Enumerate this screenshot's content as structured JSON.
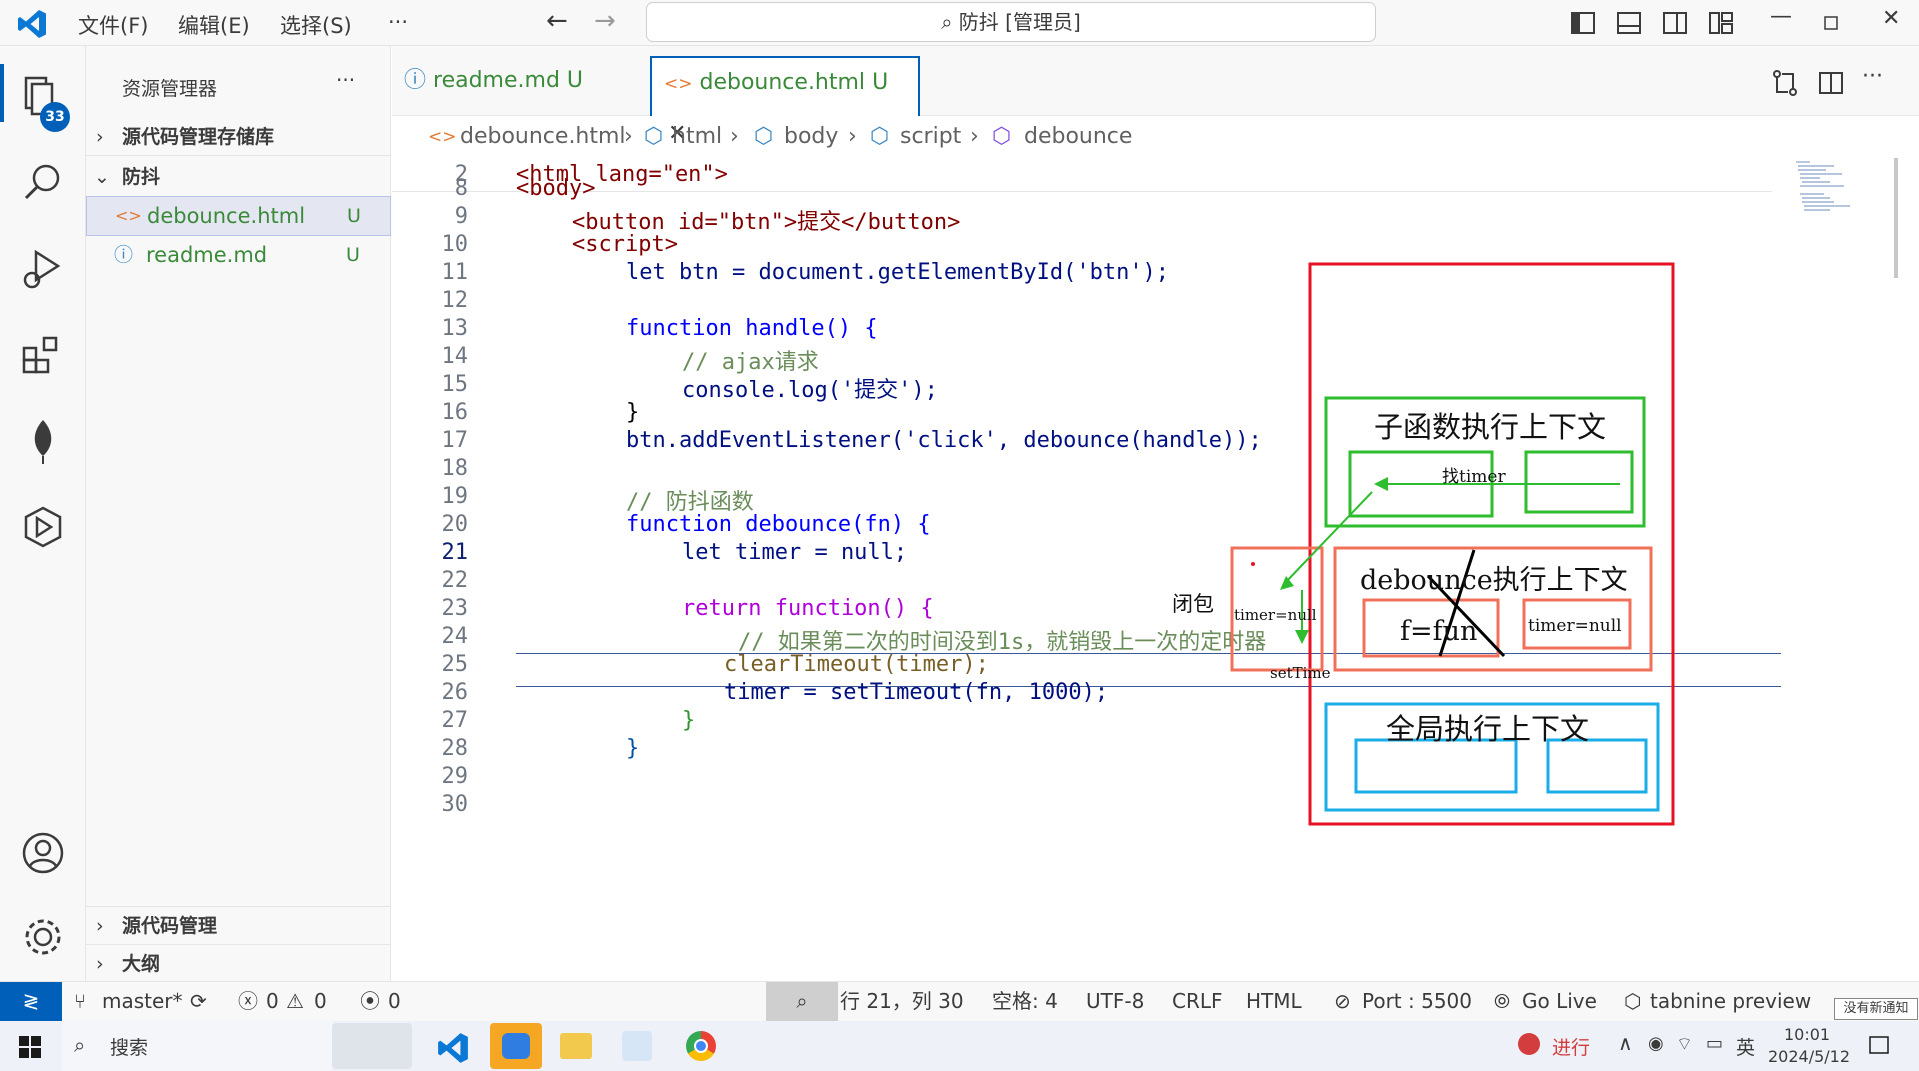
{
  "titlebar": {
    "menu": [
      "文件(F)",
      "编辑(E)",
      "选择(S)",
      "···"
    ],
    "search_text": "防抖 [管理员]"
  },
  "activity": {
    "badge": "33"
  },
  "sidebar": {
    "title": "资源管理器",
    "more": "···",
    "repo_section": "源代码管理存储库",
    "folder": "防抖",
    "files": [
      {
        "name": "debounce.html",
        "status": "U"
      },
      {
        "name": "readme.md",
        "status": "U"
      }
    ],
    "bottom_sections": [
      "源代码管理",
      "大纲"
    ]
  },
  "tabs": [
    {
      "label": "readme.md",
      "status": "U"
    },
    {
      "label": "debounce.html",
      "status": "U"
    }
  ],
  "breadcrumb": [
    "debounce.html",
    "html",
    "body",
    "script",
    "debounce"
  ],
  "code": {
    "sticky_line_number": "2",
    "sticky_text": "<html lang=\"en\">",
    "line_numbers": [
      "8",
      "9",
      "10",
      "11",
      "12",
      "13",
      "14",
      "15",
      "16",
      "17",
      "18",
      "19",
      "20",
      "21",
      "22",
      "23",
      "24",
      "25",
      "26",
      "27",
      "28",
      "29",
      "30"
    ],
    "lines": [
      "<body>",
      "<button id=\"btn\">提交</button>",
      "<script>",
      "let btn = document.getElementById('btn');",
      "",
      "function handle() {",
      "// ajax请求",
      "console.log('提交');",
      "}",
      "btn.addEventListener('click', debounce(handle));",
      "",
      "// 防抖函数",
      "function debounce(fn) {",
      "let timer = null;",
      "",
      "return function() {",
      "// 如果第二次的时间没到1s，就销毁上一次的定时器",
      "clearTimeout(timer);",
      "timer = setTimeout(fn, 1000);",
      "}",
      "}",
      "",
      ""
    ]
  },
  "annotations": {
    "sub_ctx": "子函数执行上下文",
    "find_timer": "找timer",
    "closure": "闭包",
    "timer_null_left": "timer=null",
    "set_time": "setTime",
    "debounce_ctx": "debounce执行上下文",
    "f_fun": "f=fun",
    "timer_null_right": "timer=null",
    "global_ctx": "全局执行上下文"
  },
  "statusbar": {
    "branch": "master*",
    "errors": "0",
    "warnings": "0",
    "ports": "0",
    "position": "行 21，列 30",
    "spaces": "空格: 4",
    "encoding": "UTF-8",
    "eol": "CRLF",
    "language": "HTML",
    "port": "Port : 5500",
    "golive": "Go Live",
    "tabnine": "tabnine preview",
    "notification": "没有新通知"
  },
  "taskbar": {
    "search": "搜索",
    "status_text": "进行",
    "ime": "英",
    "time": "10:01",
    "date": "2024/5/12"
  },
  "colors": {
    "accent": "#005fb8",
    "red": "#e81123",
    "green": "#2ebd2e",
    "salmon": "#f0705a",
    "cyan": "#1aaee8"
  }
}
